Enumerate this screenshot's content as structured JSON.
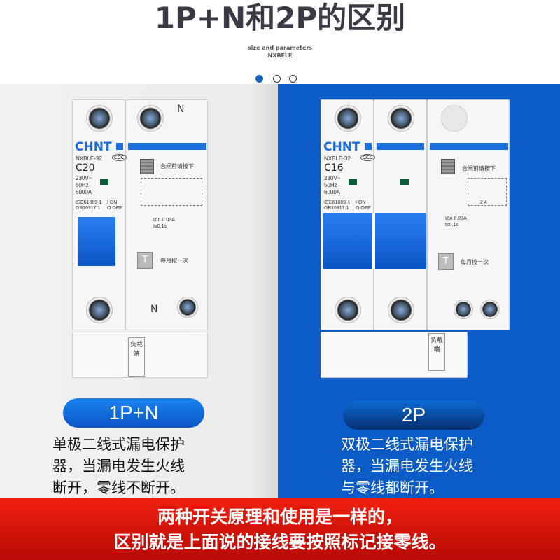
{
  "header": {
    "title": "1P+N和2P的区别",
    "subtitle_line1": "size and parameters",
    "subtitle_line2": "NXBELE",
    "carousel": {
      "total": 3,
      "active": 1
    }
  },
  "colors": {
    "brand_blue": "#1a6fdc",
    "right_panel": "#0b5cc6",
    "red_band": "#e01a0c"
  },
  "left": {
    "label": "1P+N",
    "description": [
      "单极二线式漏电保护",
      "器，当漏电发生火线",
      "断开，零线不断开。"
    ],
    "breaker": {
      "brand": "CHNT",
      "model": "NXBLE-32",
      "rating": "C20",
      "specs": [
        "230V~",
        "50Hz",
        "6000A"
      ],
      "standards": [
        "IEC61009-1",
        "GB16917.1"
      ],
      "on_off": [
        "I ON",
        "O OFF"
      ],
      "top_terminal": "N",
      "bottom_terminal": "N",
      "close_hint": "合闸前请按下",
      "leak_current": "IΔn 0.03A",
      "trip_time": "t≤0.1s",
      "test_hint": "每月按一次",
      "test_label": "T",
      "load_side": "负载端"
    }
  },
  "right": {
    "label": "2P",
    "description": [
      "双极二线式漏电保护",
      "器，当漏电发生火线",
      "与零线都断开。"
    ],
    "breaker": {
      "brand": "CHNT",
      "model": "NXBLE-32",
      "rating": "C16",
      "specs": [
        "230V~",
        "50Hz",
        "6000A"
      ],
      "standards": [
        "IEC61009-1",
        "GB16917.1"
      ],
      "on_off": [
        "I ON",
        "O OFF"
      ],
      "diagram_label": "2 4",
      "close_hint": "合闸前请按下",
      "leak_current": "IΔn 0.03A",
      "trip_time": "t≤0.1s",
      "test_hint": "每月按一次",
      "test_label": "T",
      "load_side": "负载端"
    }
  },
  "footer": {
    "lines": [
      "两种开关原理和使用是一样的，",
      "区别就是上面说的接线要按照标记接零线。"
    ]
  }
}
